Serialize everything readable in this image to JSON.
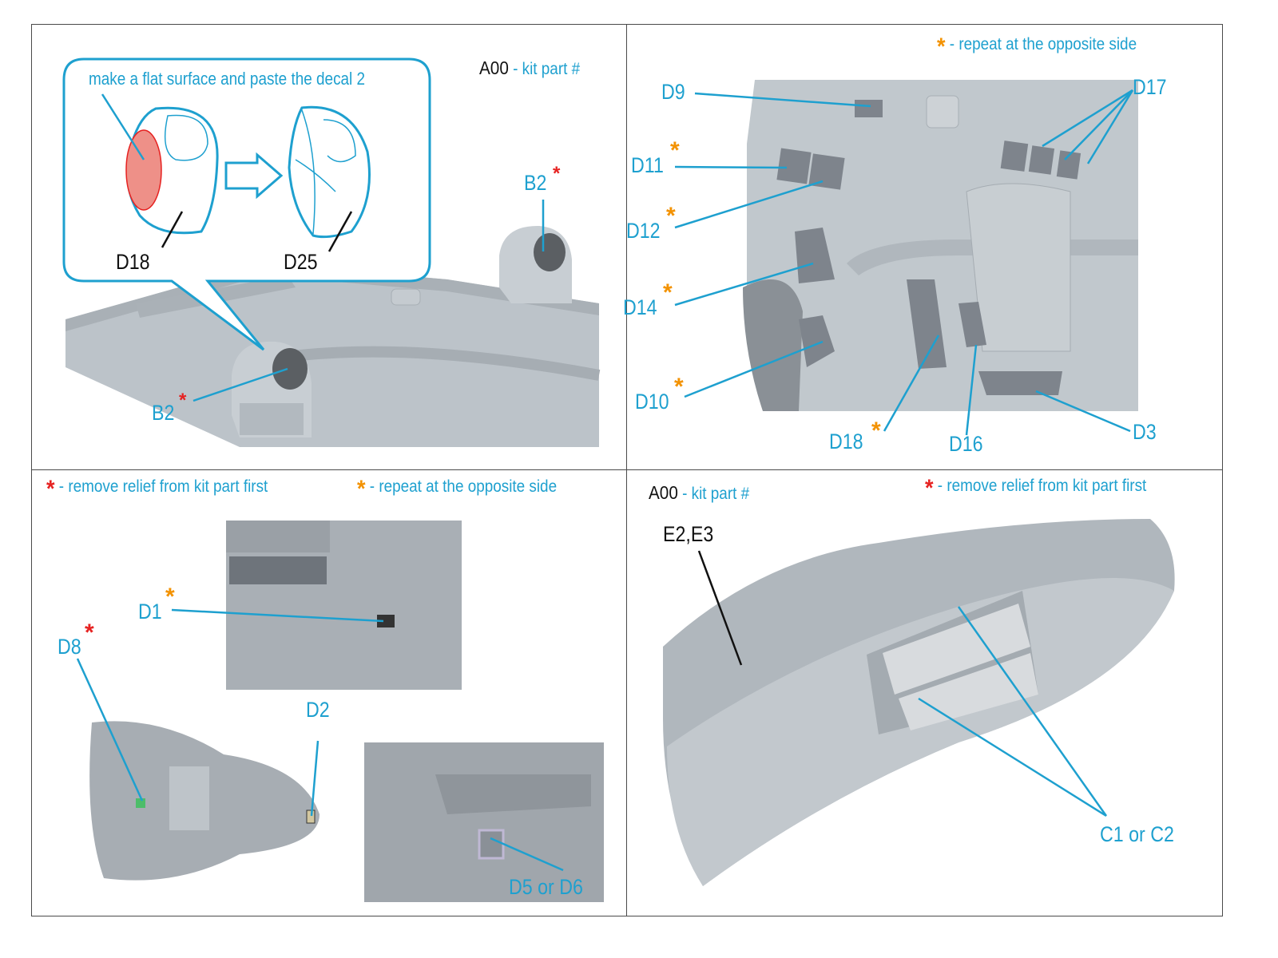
{
  "legend": {
    "kit_part": {
      "code": "A00",
      "text": "- kit part #"
    },
    "repeat_opposite": {
      "star": "*",
      "text": "- repeat at the opposite side"
    },
    "remove_relief": {
      "star": "*",
      "text": "- remove relief from kit part first"
    }
  },
  "colors": {
    "label_blue": "#1ea0cf",
    "star_orange": "#f39200",
    "star_red": "#e62221",
    "model_gray": "#b9c0c6",
    "highlight_red": "#ee9088"
  },
  "panel1": {
    "callout_text": "make a flat surface and paste the decal 2",
    "part_before": "D18",
    "part_after": "D25",
    "labels": [
      {
        "text": "B2",
        "star": "red"
      },
      {
        "text": "B2",
        "star": "red"
      }
    ]
  },
  "panel2": {
    "labels": [
      {
        "text": "D9",
        "star": ""
      },
      {
        "text": "D17",
        "star": ""
      },
      {
        "text": "D11",
        "star": "orange"
      },
      {
        "text": "D12",
        "star": "orange"
      },
      {
        "text": "D14",
        "star": "orange"
      },
      {
        "text": "D10",
        "star": "orange"
      },
      {
        "text": "D18",
        "star": "orange"
      },
      {
        "text": "D16",
        "star": ""
      },
      {
        "text": "D3",
        "star": ""
      }
    ]
  },
  "panel3": {
    "labels": [
      {
        "text": "D1",
        "star": "orange"
      },
      {
        "text": "D8",
        "star": "red"
      },
      {
        "text": "D2",
        "star": ""
      },
      {
        "text": "D5 or D6",
        "star": ""
      }
    ]
  },
  "panel4": {
    "kit_label": "E2,E3",
    "labels": [
      {
        "text": "C1 or C2",
        "star": ""
      }
    ]
  }
}
